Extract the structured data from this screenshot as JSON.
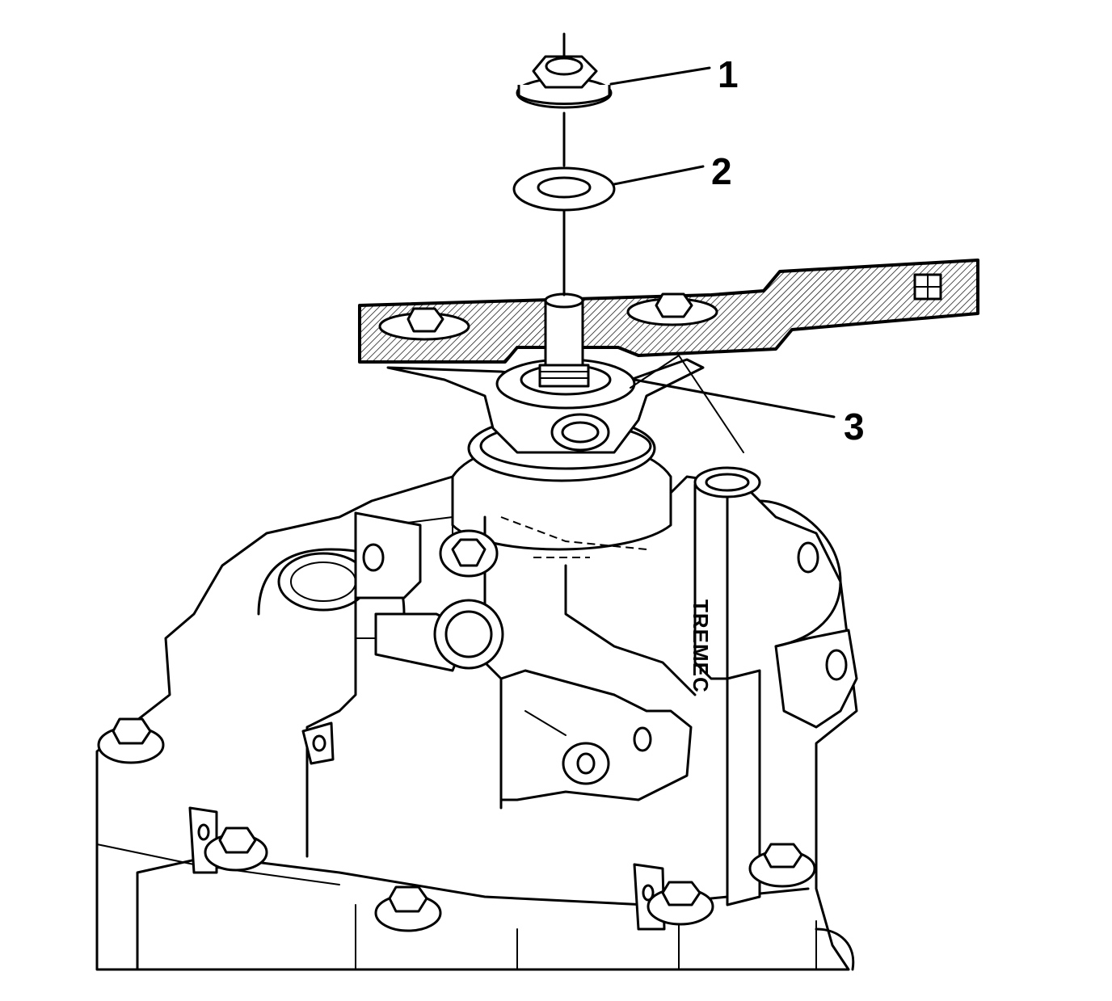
{
  "callouts": [
    {
      "label": "1",
      "part": "nut"
    },
    {
      "label": "2",
      "part": "washer"
    },
    {
      "label": "3",
      "part": "shift-lever-bracket"
    }
  ],
  "housing_brand": "TREMEC",
  "colors": {
    "line": "#000000",
    "background": "#ffffff",
    "hatch": "#000000"
  }
}
